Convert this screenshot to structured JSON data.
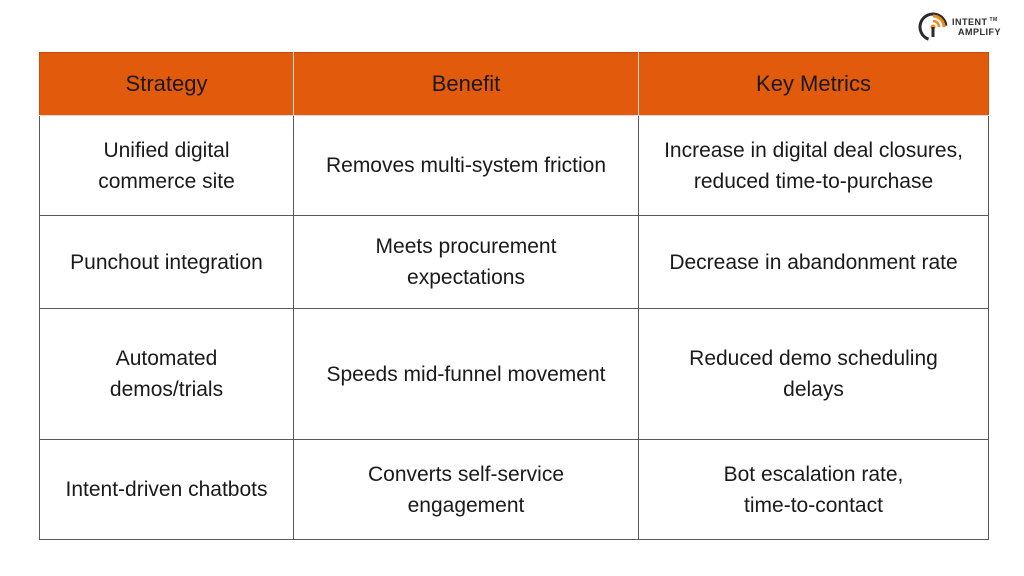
{
  "logo": {
    "line1": "INTENT",
    "tm": "TM",
    "line2": "AMPLIFY",
    "icon": "intent-amplify-logo-icon",
    "colors": {
      "orange": "#f08a1c",
      "dark": "#2b2b2b"
    }
  },
  "table": {
    "header_color": "#e25a0c",
    "columns": [
      "Strategy",
      "Benefit",
      "Key Metrics"
    ],
    "rows": [
      {
        "strategy": "Unified digital\ncommerce site",
        "benefit": "Removes multi-system friction",
        "metrics": "Increase in digital deal closures,\nreduced time-to-purchase"
      },
      {
        "strategy": "Punchout integration",
        "benefit": "Meets procurement\nexpectations",
        "metrics": "Decrease in abandonment rate"
      },
      {
        "strategy": "Automated\ndemos/trials",
        "benefit": "Speeds mid-funnel movement",
        "metrics": "Reduced demo scheduling\ndelays"
      },
      {
        "strategy": "Intent-driven chatbots",
        "benefit": "Converts self-service\nengagement",
        "metrics": "Bot escalation rate,\ntime-to-contact"
      }
    ]
  }
}
